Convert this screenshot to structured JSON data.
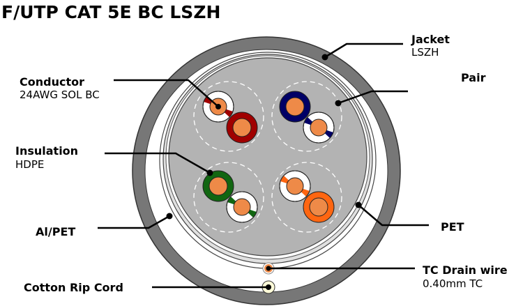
{
  "title": "F/UTP CAT 5E BC LSZH",
  "labels": {
    "jacket": {
      "name": "Jacket",
      "detail": "LSZH"
    },
    "conductor": {
      "name": "Conductor",
      "detail": "24AWG SOL BC"
    },
    "pair": {
      "name": "Pair"
    },
    "insulation": {
      "name": "Insulation",
      "detail": "HDPE"
    },
    "al_pet": {
      "name": "Al/PET"
    },
    "pet": {
      "name": "PET"
    },
    "drain": {
      "name": "TC Drain wire",
      "detail": "0.40mm TC"
    },
    "rip_cord": {
      "name": "Cotton Rip Cord"
    }
  },
  "colors": {
    "jacket": "#777777",
    "core": "#b3b3b3",
    "conductor": "#ee8a48",
    "brown_red": "#a00000",
    "blue": "#000066",
    "green": "#116611",
    "orange": "#ff6611"
  }
}
